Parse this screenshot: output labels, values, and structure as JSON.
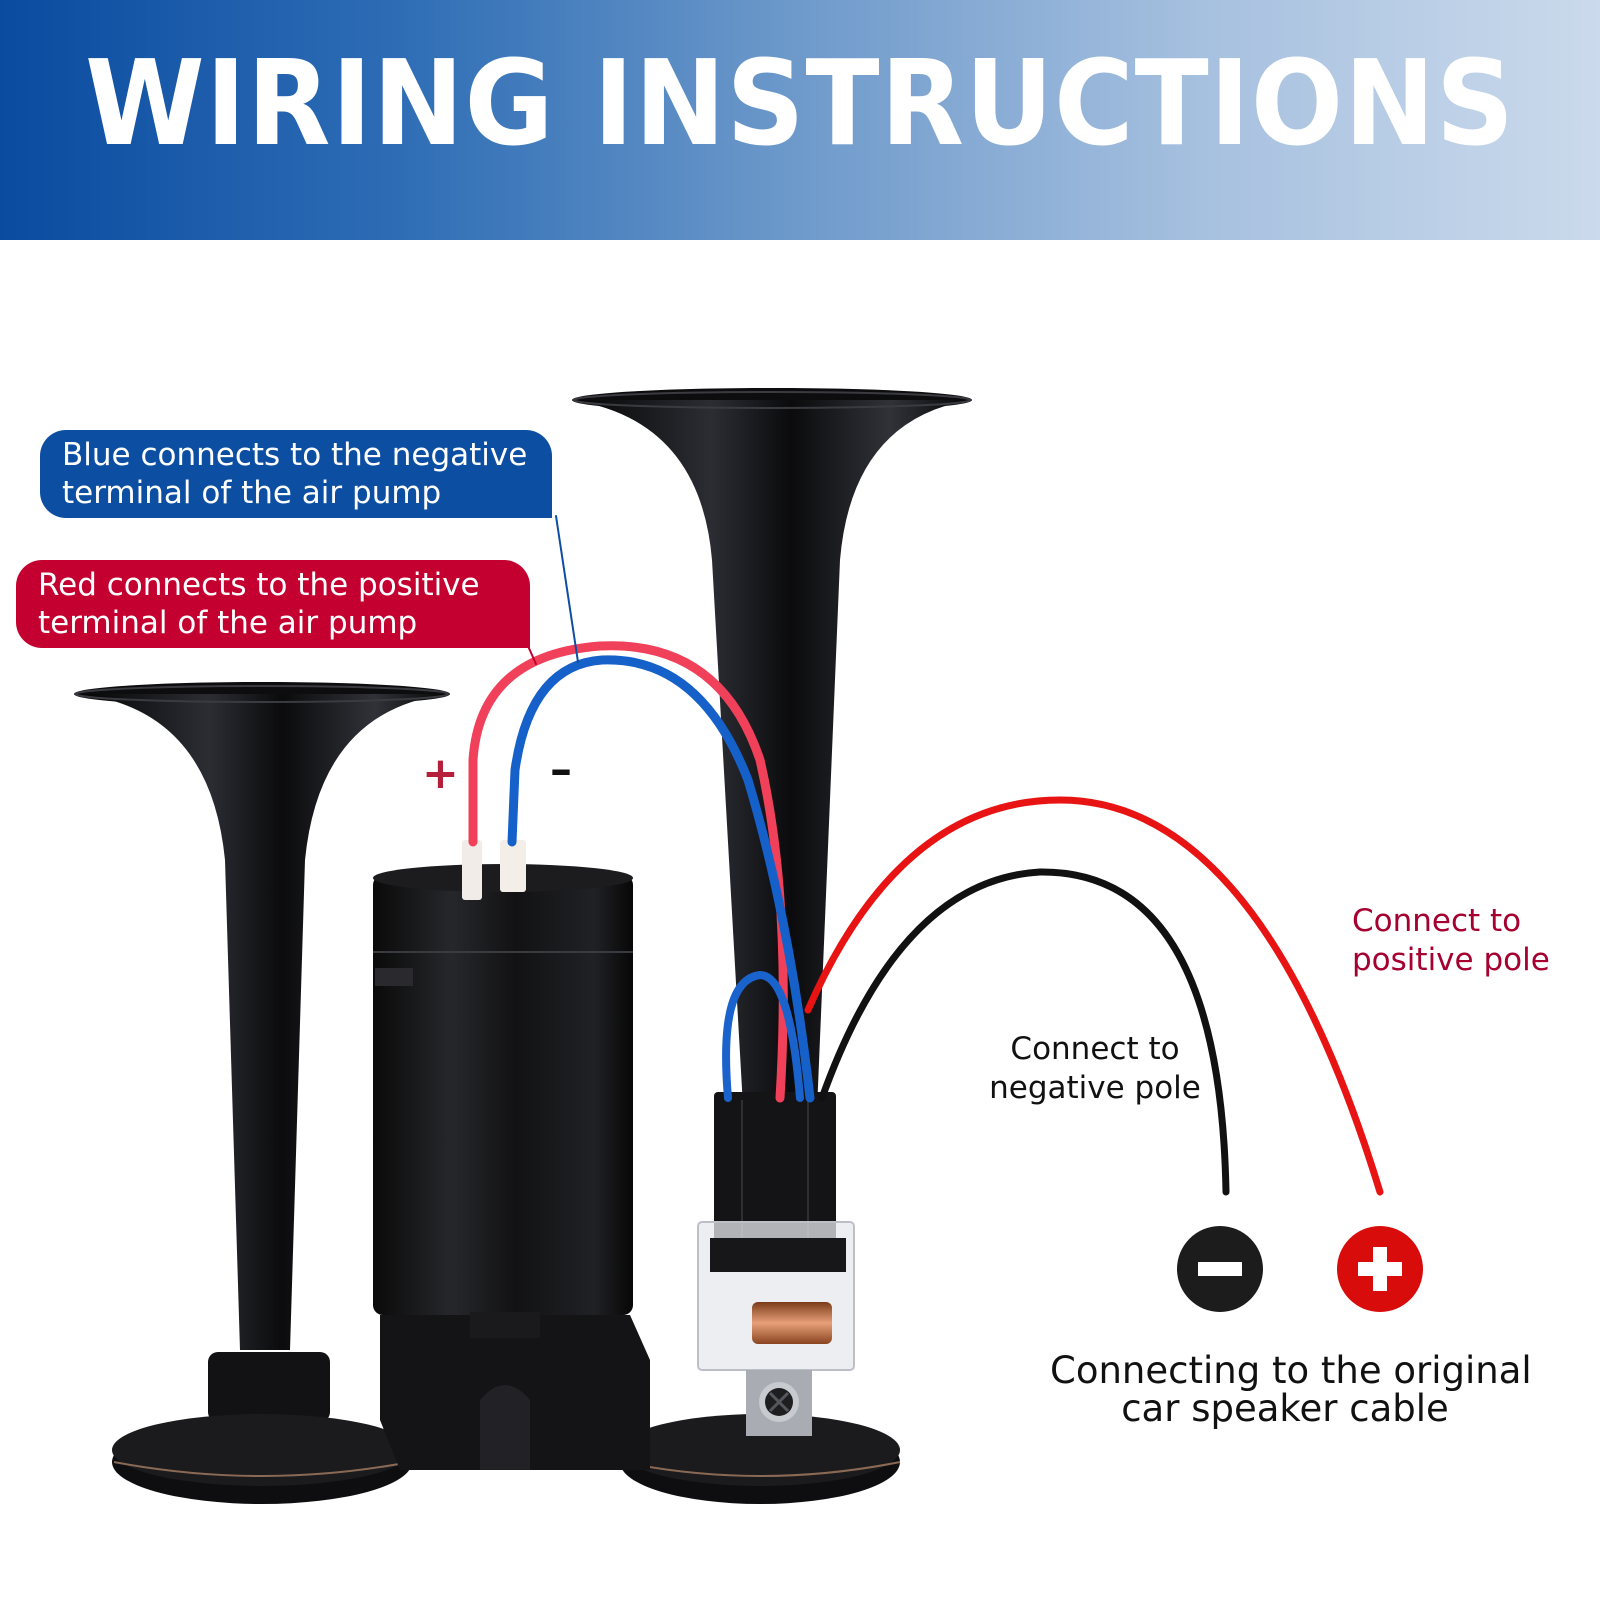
{
  "banner": {
    "title": "WIRING INSTRUCTIONS",
    "gradient_start": "#0a4ba0",
    "gradient_end": "#cbdaec"
  },
  "callouts": {
    "blue": {
      "line1": "Blue connects to the negative",
      "line2": "terminal of the air pump",
      "color": "#0c4ea2"
    },
    "red": {
      "line1": "Red connects to the positive",
      "line2": "terminal of the air pump",
      "color": "#c3002f"
    }
  },
  "terminal_marks": {
    "plus": "+",
    "minus": "–"
  },
  "labels": {
    "positive": {
      "line1": "Connect to",
      "line2": "positive pole",
      "color": "#a5002f"
    },
    "negative": {
      "line1": "Connect to",
      "line2": "negative pole",
      "color": "#111111"
    },
    "cable": {
      "line1": "Connecting to the original",
      "line2": "car speaker cable"
    }
  },
  "pole_icons": {
    "negative": {
      "icon": "minus-circle-icon",
      "color": "#1c1c1c"
    },
    "positive": {
      "icon": "plus-circle-icon",
      "color": "#d90c0c"
    }
  },
  "components": [
    "short-horn",
    "tall-horn",
    "air-pump",
    "relay",
    "red-wire",
    "blue-wire",
    "black-wire"
  ]
}
